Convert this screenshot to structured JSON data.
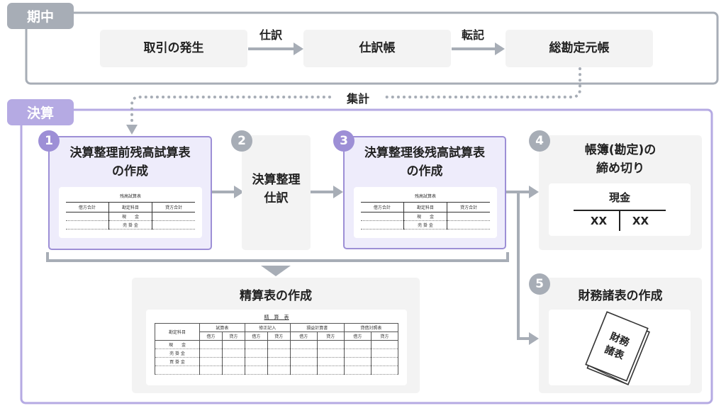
{
  "top_section": {
    "tag": "期中",
    "steps": [
      "取引の発生",
      "仕訳帳",
      "総勘定元帳"
    ],
    "arrow_labels": [
      "仕訳",
      "転記"
    ]
  },
  "aggregate_label": "集計",
  "bottom_section": {
    "tag": "決算",
    "step1": {
      "num": "1",
      "title_line1": "決算整理前残高試算表",
      "title_line2": "の作成"
    },
    "step2": {
      "num": "2",
      "title_line1": "決算整理",
      "title_line2": "仕訳"
    },
    "step3": {
      "num": "3",
      "title_line1": "決算整理後残高試算表",
      "title_line2": "の作成"
    },
    "step4": {
      "num": "4",
      "title_line1": "帳簿(勘定)の",
      "title_line2": "締め切り"
    },
    "step5": {
      "num": "5",
      "title": "財務諸表の作成"
    },
    "worksheet_title": "精算表の作成"
  },
  "trial_balance": {
    "title": "残高試算表",
    "headers": [
      "借方合計",
      "勘定科目",
      "貸方合計"
    ],
    "rows": [
      "現　　金",
      "売 掛 金"
    ]
  },
  "t_account": {
    "name": "現金",
    "left": "XX",
    "right": "XX"
  },
  "worksheet": {
    "title": "精　算　表",
    "subject_header": "勘定科目",
    "groups": [
      "試算表",
      "修正記入",
      "損益計算書",
      "貸借対照表"
    ],
    "dr": "借方",
    "cr": "貸方",
    "rows": [
      "現　　金",
      "売 掛 金",
      "買 掛 金",
      ""
    ]
  },
  "book_label": "財務諸表",
  "colors": {
    "gray_border": "#a7adb6",
    "purple_border": "#9d8fd6",
    "box_fill": "#f3f3f3",
    "highlight_fill": "#eeecfb"
  }
}
